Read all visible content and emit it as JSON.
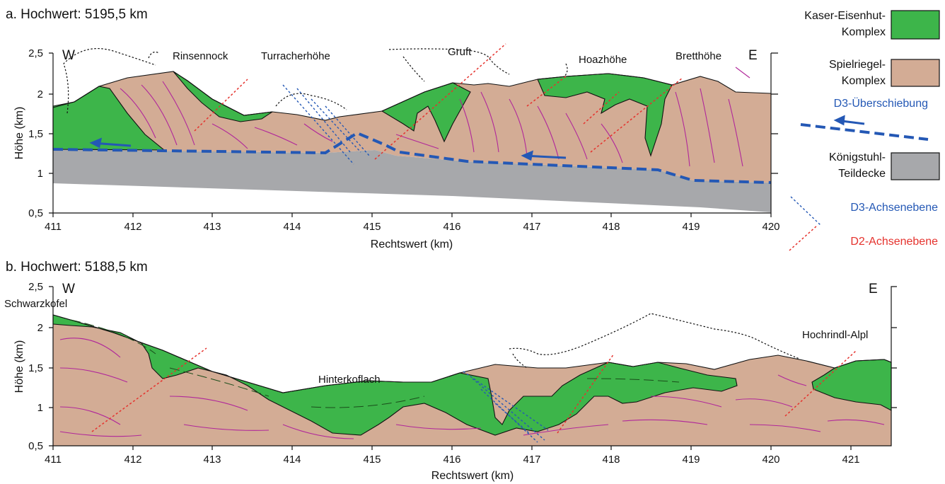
{
  "section_a": {
    "title": "a. Hochwert: 5195,5 km",
    "x_label": "Rechtswert (km)",
    "y_label": "Höhe (km)",
    "x_ticks": [
      "411",
      "412",
      "413",
      "414",
      "415",
      "416",
      "417",
      "418",
      "419",
      "420"
    ],
    "y_ticks": [
      "2,5",
      "2",
      "1,5",
      "1",
      "0,5"
    ],
    "west": "W",
    "east": "E",
    "places": [
      "Rinsennock",
      "Turracherhöhe",
      "Gruft",
      "Hoazhöhe",
      "Bretthöhe"
    ]
  },
  "section_b": {
    "title": "b. Hochwert: 5188,5 km",
    "x_label": "Rechtswert (km)",
    "y_label": "Höhe (km)",
    "x_ticks": [
      "411",
      "412",
      "413",
      "414",
      "415",
      "416",
      "417",
      "418",
      "419",
      "420",
      "421"
    ],
    "y_ticks": [
      "2,5",
      "2",
      "1,5",
      "1",
      "0,5"
    ],
    "west": "W",
    "east": "E",
    "places": [
      "Schwarzkofel",
      "Hinterkoflach",
      "Hochrindl-Alpl"
    ]
  },
  "legend": {
    "kaser": {
      "line1": "Kaser-Eisenhut-",
      "line2": "Komplex",
      "color": "#3db54a"
    },
    "spiel": {
      "line1": "Spielriegel-",
      "line2": "Komplex",
      "color": "#d3ac95"
    },
    "d3thrust": {
      "label": "D3-Überschiebung",
      "color": "#2458b5"
    },
    "koenig": {
      "line1": "Königstuhl-",
      "line2": "Teildecke",
      "color": "#a7a8ab"
    },
    "d3axis": {
      "label": "D3-Achsenebene",
      "color": "#2458b5"
    },
    "d2axis": {
      "label": "D2-Achsenebene",
      "color": "#e5322d"
    }
  }
}
